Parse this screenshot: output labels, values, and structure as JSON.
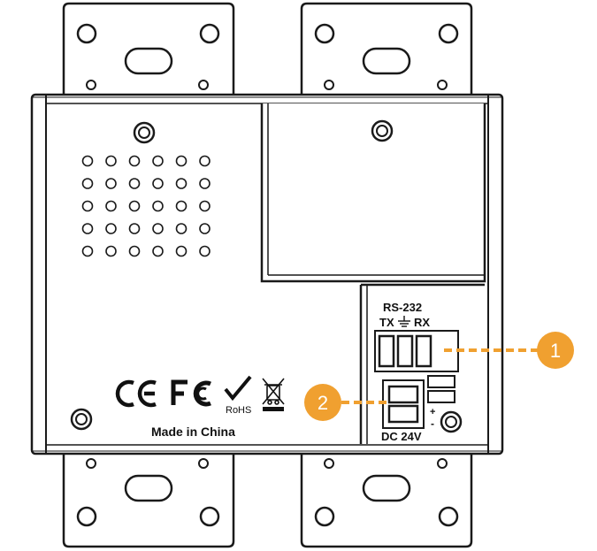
{
  "labels": {
    "rs232": "RS-232",
    "tx": "TX",
    "rx": "RX",
    "dc": "DC 24V",
    "plus": "+",
    "minus": "-",
    "made_in": "Made in China",
    "ce": "CE",
    "fc": "FC",
    "rohs": "RoHS"
  },
  "callouts": [
    {
      "number": "1"
    },
    {
      "number": "2"
    }
  ],
  "colors": {
    "callout": "#f0a030",
    "line": "#1a1a1a"
  }
}
